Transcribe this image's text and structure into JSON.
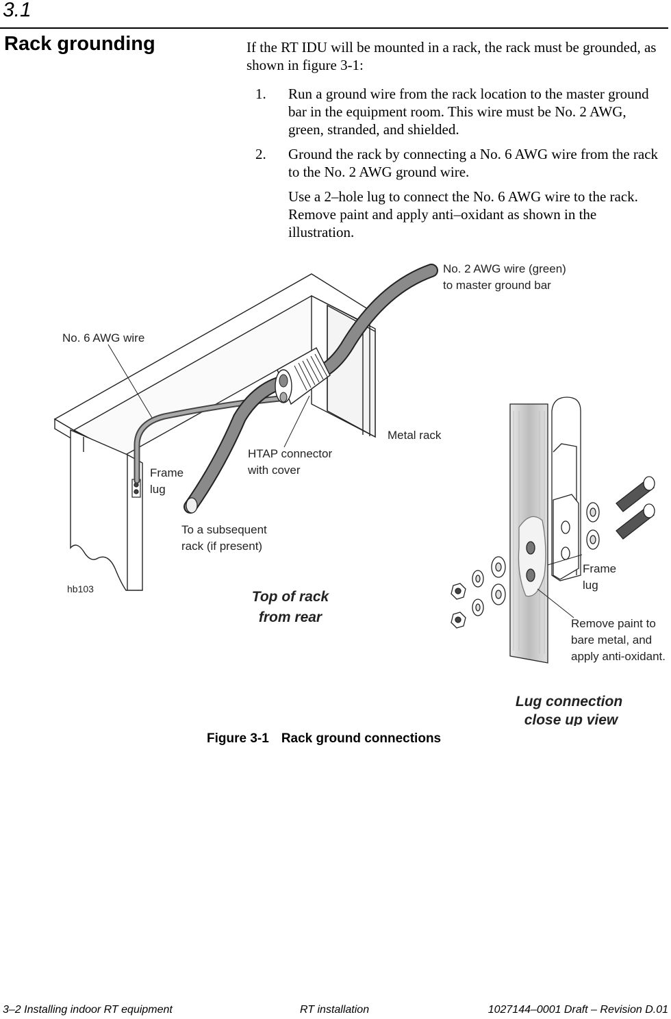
{
  "header": {
    "section_number": "3.1",
    "section_heading": "Rack grounding"
  },
  "body": {
    "intro": "If the RT IDU will be mounted in a rack, the rack must be grounded, as shown in figure 3-1:",
    "steps": [
      {
        "num": "1.",
        "text": "Run a ground wire from the rack location to the master ground bar in the equipment room. This wire must be No. 2 AWG, green, stranded, and shielded."
      },
      {
        "num": "2.",
        "text": "Ground the rack by connecting a No. 6 AWG wire from the rack to the No. 2 AWG ground wire."
      }
    ],
    "step2_note": "Use a 2–hole lug to connect the No. 6 AWG wire to the rack. Remove paint and apply anti–oxidant as shown in the illustration."
  },
  "figure": {
    "labels": {
      "no2_wire_line1": "No. 2 AWG wire (green)",
      "no2_wire_line2": "to master ground bar",
      "no6_wire": "No. 6 AWG wire",
      "metal_rack": "Metal rack",
      "htap_line1": "HTAP connector",
      "htap_line2": "with cover",
      "frame_lug_left_line1": "Frame",
      "frame_lug_left_line2": "lug",
      "subsequent_line1": "To a subsequent",
      "subsequent_line2": "rack (if present)",
      "code": "hb103",
      "top_of_rack_line1": "Top of rack",
      "top_of_rack_line2": "from rear",
      "frame_lug_right_line1": "Frame",
      "frame_lug_right_line2": "lug",
      "remove_paint_line1": "Remove paint to",
      "remove_paint_line2": "bare metal, and",
      "remove_paint_line3": "apply anti-oxidant.",
      "closeup_line1": "Lug connection",
      "closeup_line2": "close up view"
    },
    "caption_number": "Figure  3-1",
    "caption_title": "Rack ground connections"
  },
  "footer": {
    "left": "3–2  Installing indoor RT equipment",
    "center": "RT installation",
    "right": "1027144–0001   Draft – Revision D.01"
  }
}
